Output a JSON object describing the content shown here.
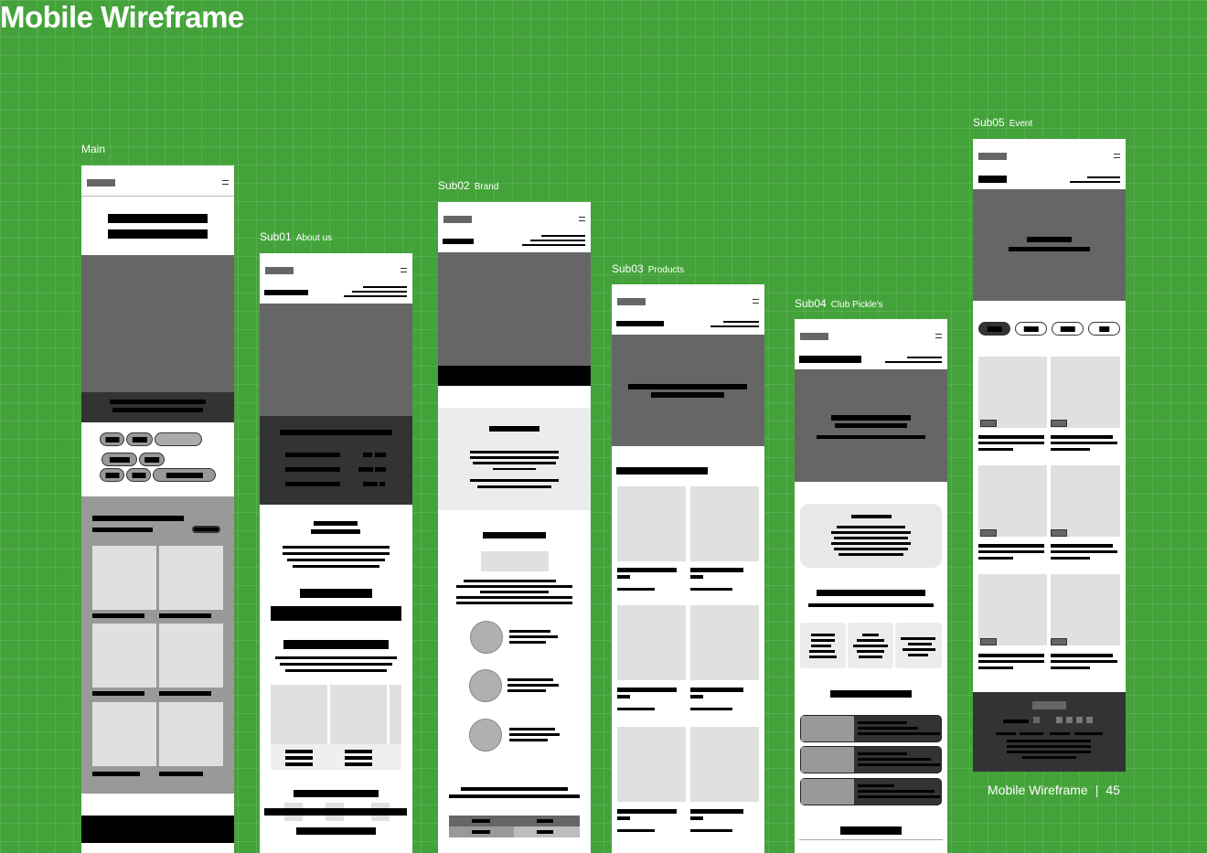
{
  "page": {
    "title": "Mobile Wireframe",
    "footer_title": "Mobile Wireframe",
    "footer_separator": "|",
    "page_number": "45"
  },
  "screens": {
    "main": {
      "code": "Main"
    },
    "sub01": {
      "code": "Sub01",
      "name": "About us"
    },
    "sub02": {
      "code": "Sub02",
      "name": "Brand"
    },
    "sub03": {
      "code": "Sub03",
      "name": "Products"
    },
    "sub04": {
      "code": "Sub04",
      "name": "Club Pickle's"
    },
    "sub05": {
      "code": "Sub05",
      "name": "Event"
    }
  },
  "colors": {
    "background": "#43a33a",
    "frame": "#ffffff",
    "text_block": "#000000",
    "hero": "#666666",
    "placeholder": "#e0e0e0",
    "dark_band": "#333333"
  },
  "icons": {
    "menu": "hamburger-icon",
    "avatar": "circle-placeholder"
  }
}
